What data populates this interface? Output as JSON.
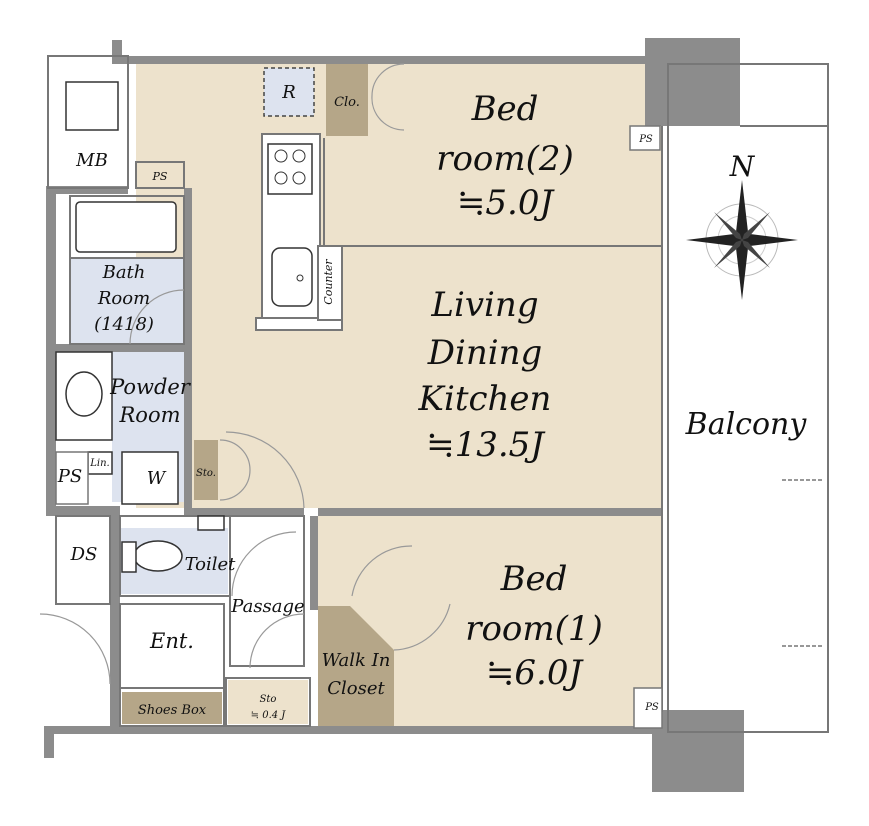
{
  "rooms": {
    "bedroom2": {
      "line1": "Bed",
      "line2": "room(2)",
      "area": "≒5.0J"
    },
    "ldk": {
      "line1": "Living",
      "line2": "Dining",
      "line3": "Kitchen",
      "area": "≒13.5J"
    },
    "bedroom1": {
      "line1": "Bed",
      "line2": "room(1)",
      "area": "≒6.0J"
    },
    "balcony": "Balcony",
    "bath": {
      "line1": "Bath",
      "line2": "Room",
      "line3": "(1418)"
    },
    "powder": {
      "line1": "Powder",
      "line2": "Room"
    },
    "toilet": "Toilet",
    "passage": "Passage",
    "entrance": "Ent.",
    "walkin": {
      "line1": "Walk In",
      "line2": "Closet"
    },
    "shoes_box": "Shoes Box",
    "sto_small": {
      "line1": "Sto",
      "line2": "≒ 0.4 J"
    },
    "sto_powder": "Sto.",
    "mb": "MB",
    "ps_top": "PS",
    "ps_left": "PS",
    "ps_bed2": "PS",
    "ps_bed1": "PS",
    "ds": "DS",
    "lin": "Lin.",
    "w": "W",
    "r": "R",
    "clo": "Clo.",
    "counter": "Counter"
  },
  "compass": {
    "north_label": "N"
  },
  "colors": {
    "wall": "#8c8c8c",
    "room": "#ede2cc",
    "wet": "#dde3ef",
    "storage": "#b5a688"
  }
}
